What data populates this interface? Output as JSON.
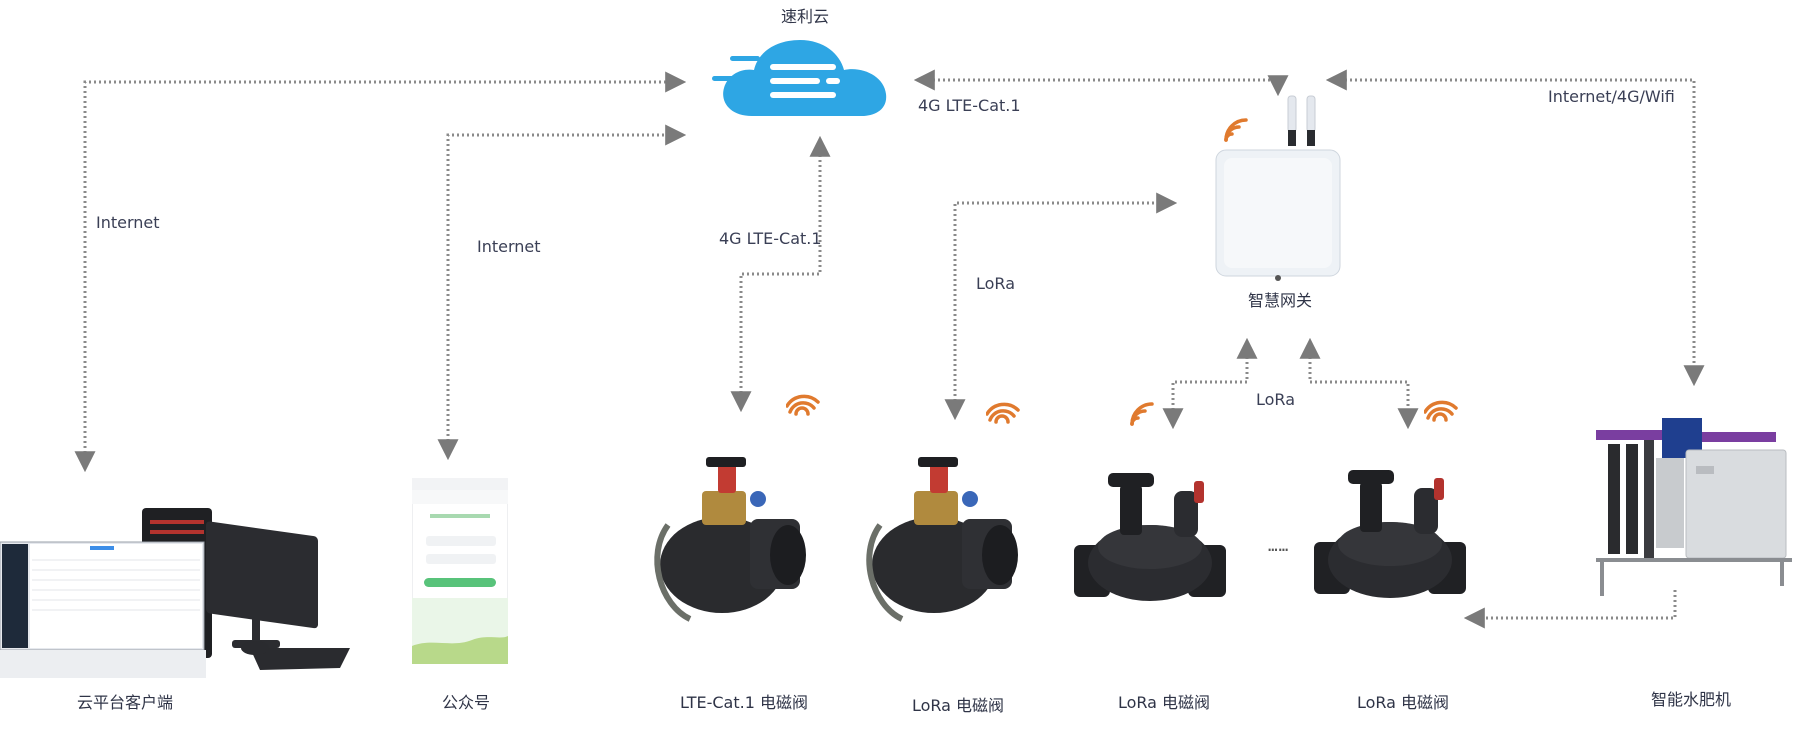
{
  "cloud": {
    "name": "速利云",
    "color": "#2ea6e4"
  },
  "links": {
    "internet_client": "Internet",
    "internet_wechat": "Internet",
    "lte_cloud_gateway": "4G LTE-Cat.1",
    "lte_cloud_valve": "4G LTE-Cat.1",
    "lora_gateway_valve": "LoRa",
    "lora_gateway_bottom": "LoRa",
    "internet_fertigation": "Internet/4G/Wifi"
  },
  "gateway": {
    "name": "智慧网关"
  },
  "devices": {
    "client": "云平台客户端",
    "wechat": "公众号",
    "lte_valve": "LTE-Cat.1 电磁阀",
    "lora_valve_1": "LoRa 电磁阀",
    "lora_valve_2": "LoRa 电磁阀",
    "lora_valve_3": "LoRa 电磁阀",
    "fertigation": "智能水肥机"
  },
  "ellipsis": "……",
  "colors": {
    "signal": "#e07a2e",
    "link": "#7a7a7a",
    "text": "#3a3f55"
  }
}
